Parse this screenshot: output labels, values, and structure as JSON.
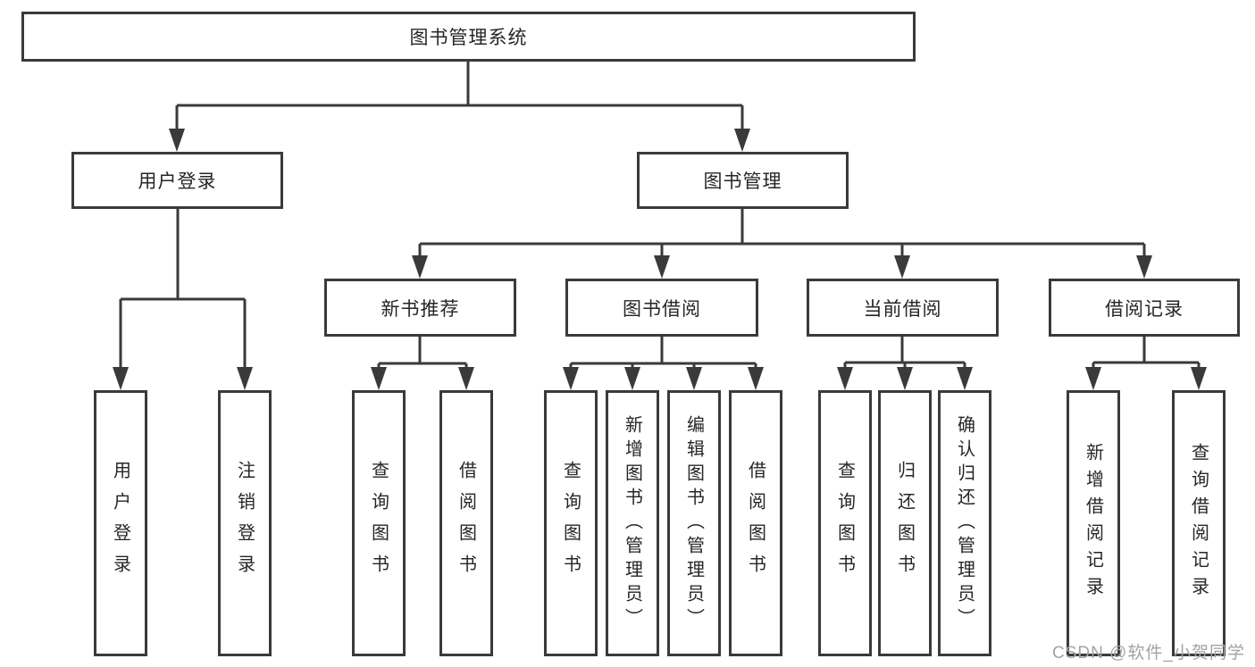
{
  "diagram": {
    "root": {
      "label": "图书管理系统"
    },
    "level2": [
      {
        "label": "用户登录"
      },
      {
        "label": "图书管理"
      }
    ],
    "level3": [
      {
        "label": "新书推荐"
      },
      {
        "label": "图书借阅"
      },
      {
        "label": "当前借阅"
      },
      {
        "label": "借阅记录"
      }
    ],
    "leaves": [
      {
        "label": "用户登录"
      },
      {
        "label": "注销登录"
      },
      {
        "label": "查询图书"
      },
      {
        "label": "借阅图书"
      },
      {
        "label": "查询图书"
      },
      {
        "label": "新增图书（管理员）"
      },
      {
        "label": "编辑图书（管理员）"
      },
      {
        "label": "借阅图书"
      },
      {
        "label": "查询图书"
      },
      {
        "label": "归还图书"
      },
      {
        "label": "确认归还（管理员）"
      },
      {
        "label": "新增借阅记录"
      },
      {
        "label": "查询借阅记录"
      }
    ]
  },
  "watermark": {
    "text": "CSDN @软件_小贺同学"
  },
  "colors": {
    "line": "#3a3a3a",
    "text": "#262626",
    "box_fill": "#ffffff",
    "watermark": "#a3a3a3",
    "background": "#ffffff"
  }
}
